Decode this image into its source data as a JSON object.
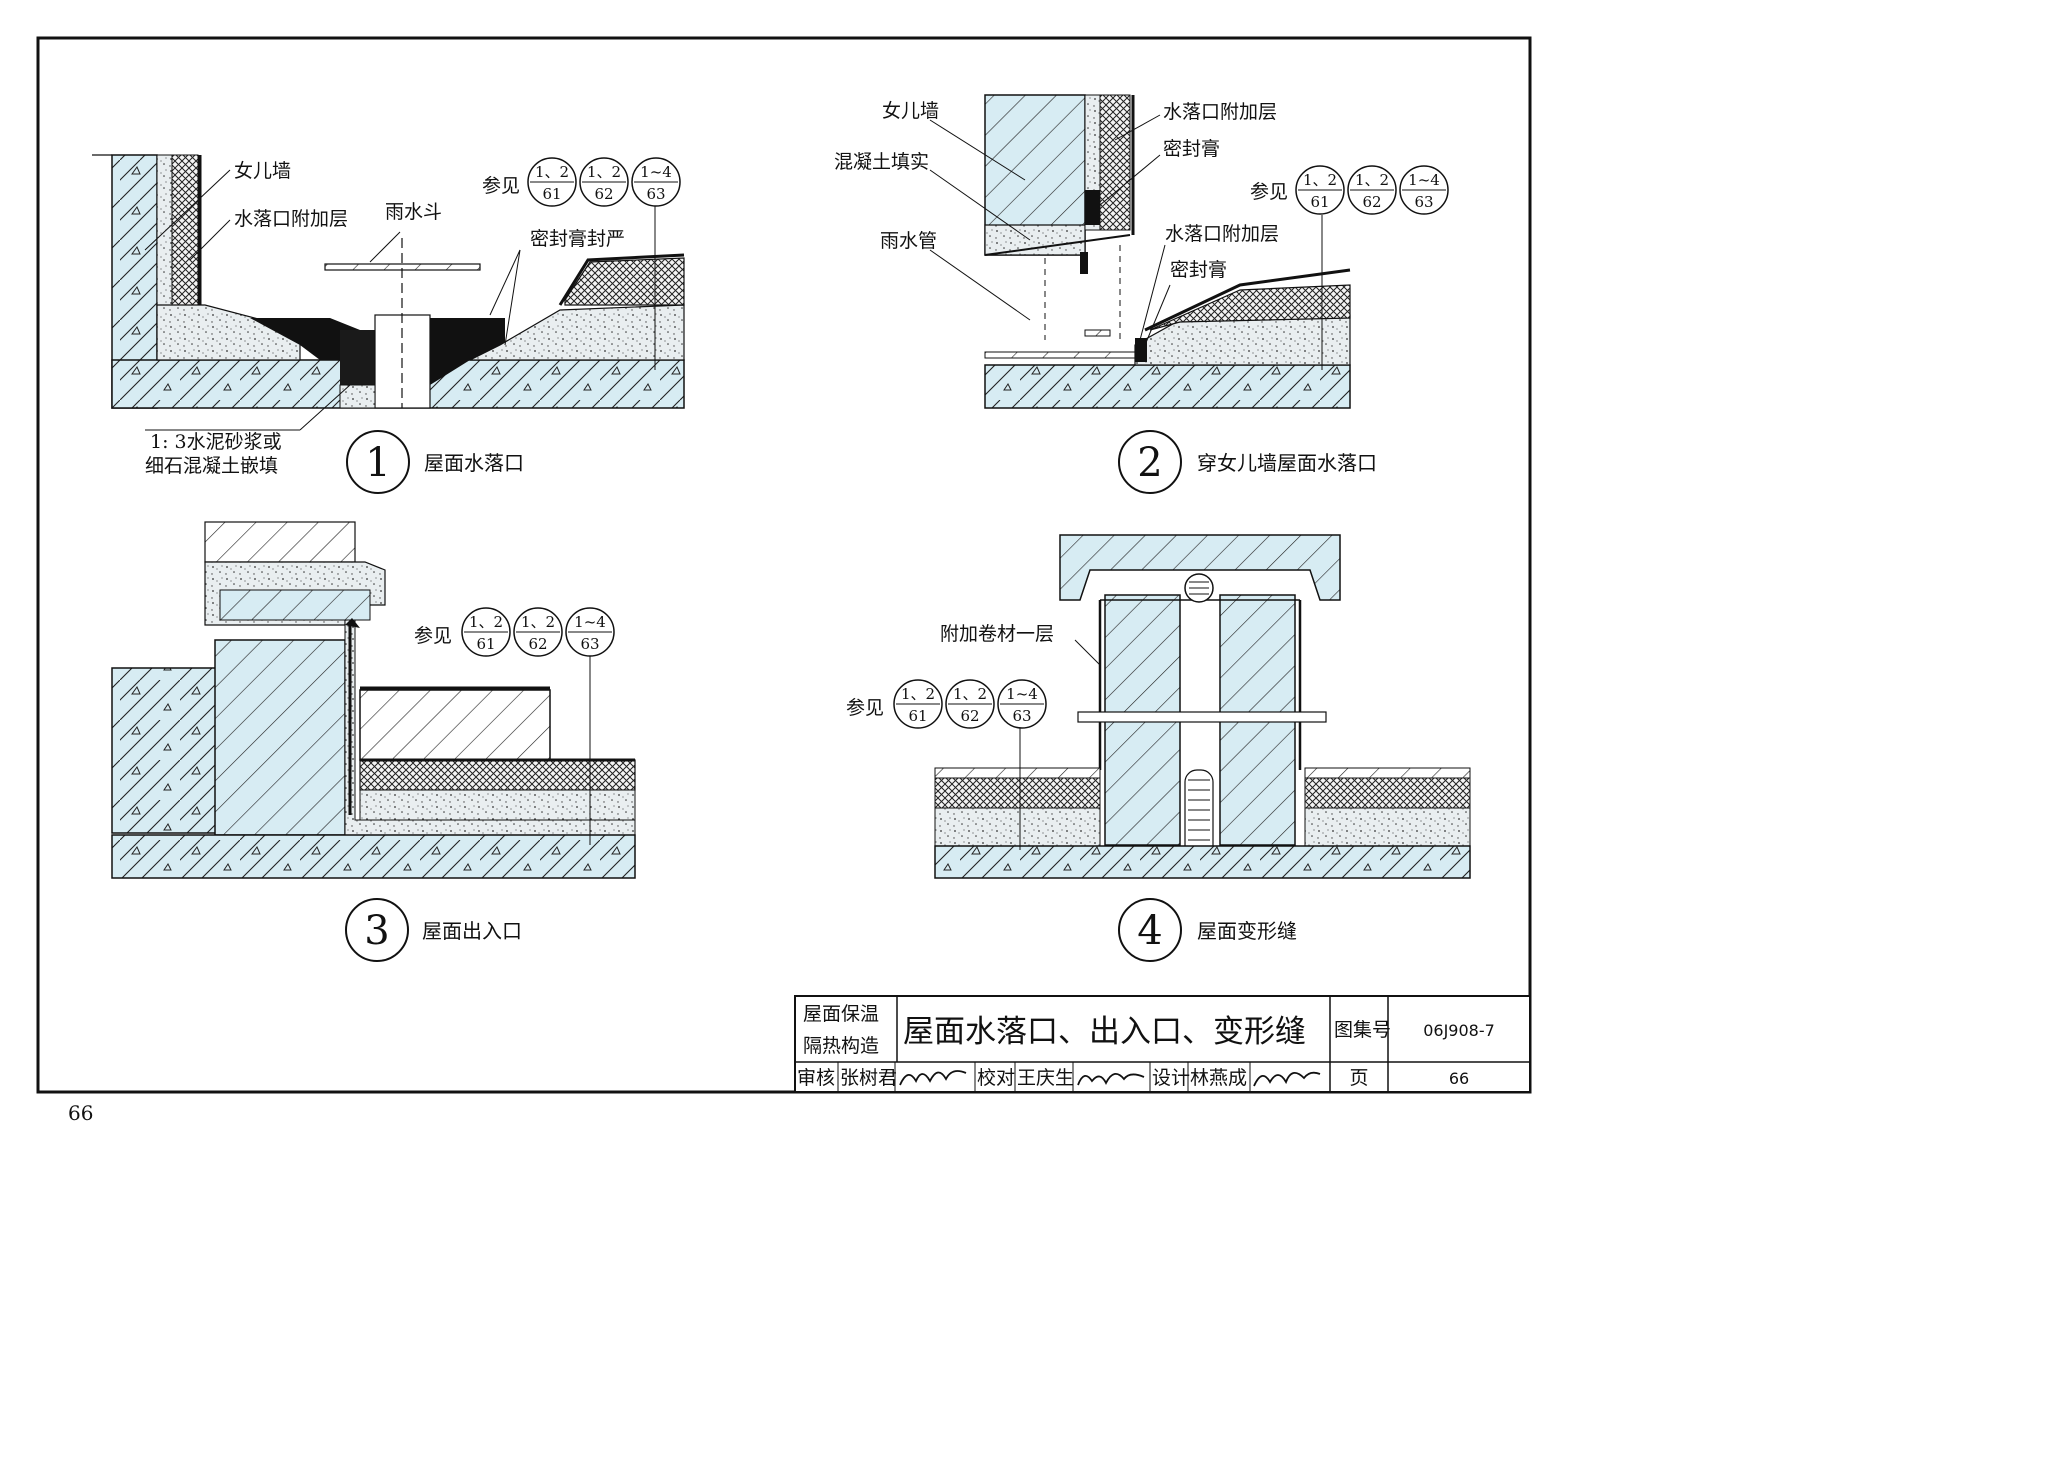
{
  "details": [
    {
      "number": "1",
      "caption": "屋面水落口",
      "labels": {
        "parapet": "女儿墙",
        "outlet_extra_layer": "水落口附加层",
        "rain_hopper": "雨水斗",
        "sealant_tight": "密封膏封严",
        "infill_1": "1: 3水泥砂浆或",
        "infill_2": "细石混凝土嵌填"
      },
      "ref_prefix": "参见",
      "refs": [
        [
          "1、2",
          "61"
        ],
        [
          "1、2",
          "62"
        ],
        [
          "1~4",
          "63"
        ]
      ]
    },
    {
      "number": "2",
      "caption": "穿女儿墙屋面水落口",
      "labels": {
        "parapet": "女儿墙",
        "concrete_fill": "混凝土填实",
        "rain_pipe": "雨水管",
        "outlet_extra_layer_top": "水落口附加层",
        "sealant_top": "密封膏",
        "outlet_extra_layer_low": "水落口附加层",
        "sealant_low": "密封膏"
      },
      "ref_prefix": "参见",
      "refs": [
        [
          "1、2",
          "61"
        ],
        [
          "1、2",
          "62"
        ],
        [
          "1~4",
          "63"
        ]
      ]
    },
    {
      "number": "3",
      "caption": "屋面出入口",
      "ref_prefix": "参见",
      "refs": [
        [
          "1、2",
          "61"
        ],
        [
          "1、2",
          "62"
        ],
        [
          "1~4",
          "63"
        ]
      ]
    },
    {
      "number": "4",
      "caption": "屋面变形缝",
      "labels": {
        "extra_membrane": "附加卷材一层"
      },
      "ref_prefix": "参见",
      "refs": [
        [
          "1、2",
          "61"
        ],
        [
          "1、2",
          "62"
        ],
        [
          "1~4",
          "63"
        ]
      ]
    }
  ],
  "title_block": {
    "category_line1": "屋面保温",
    "category_line2": "隔热构造",
    "title": "屋面水落口、出入口、变形缝",
    "atlas_label": "图集号",
    "atlas_code": "06J908-7",
    "review_label": "审核",
    "reviewer": "张树君",
    "check_label": "校对",
    "checker": "王庆生",
    "design_label": "设计",
    "designer": "林燕成",
    "page_label": "页",
    "page": "66"
  },
  "page_number": "66",
  "colors": {
    "blue_fill": "#d7ecf3",
    "ink": "#111111",
    "paper": "#ffffff"
  }
}
